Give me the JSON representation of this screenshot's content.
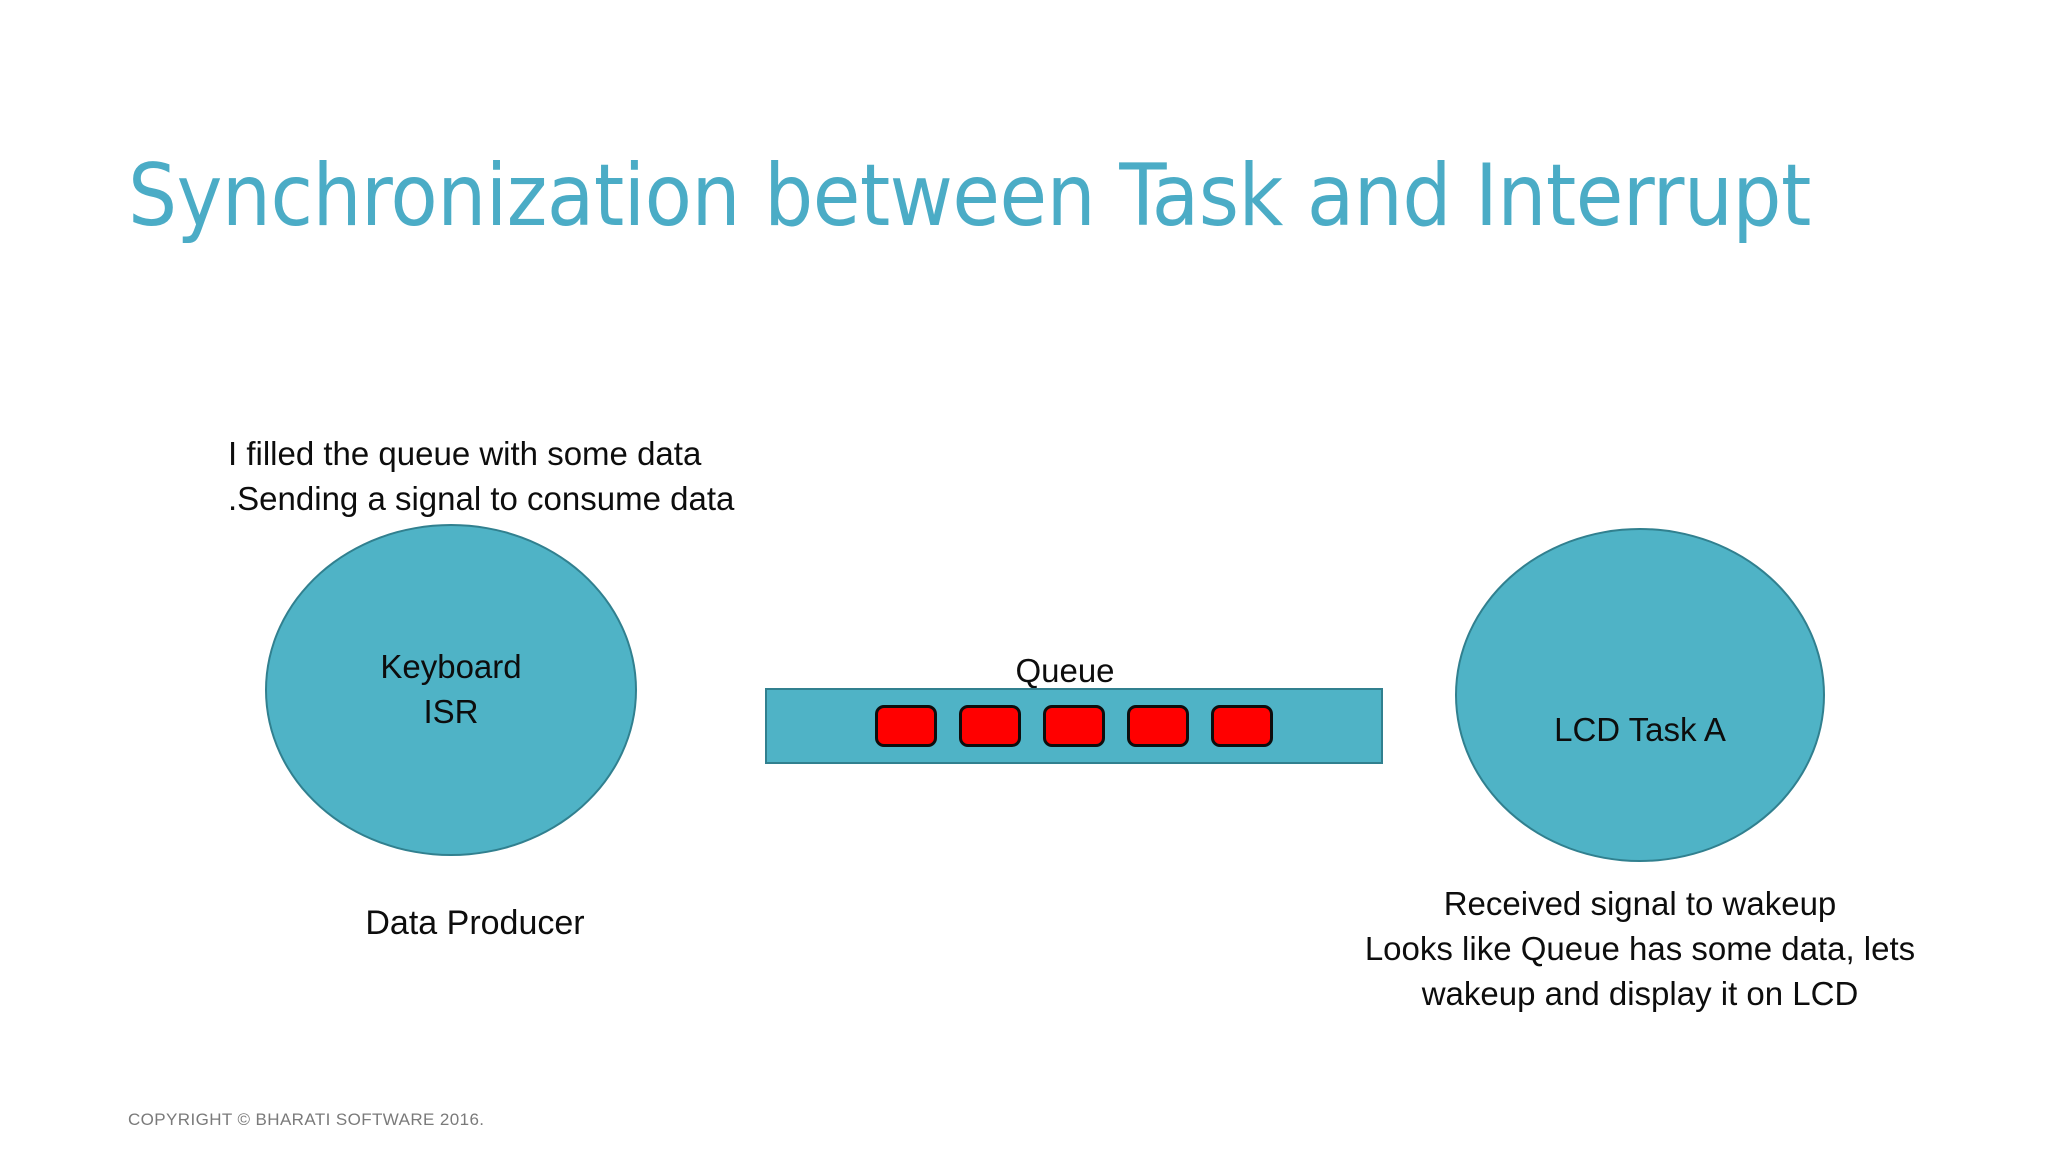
{
  "slide": {
    "title": "Synchronization between Task and Interrupt",
    "title_color": "#4BACC6",
    "background_color": "#ffffff"
  },
  "producer": {
    "note": "I  filled the queue with some data\n.Sending  a signal to consume data",
    "node_label": "Keyboard\nISR",
    "caption": "Data Producer",
    "fill_color": "#4FB3C6",
    "border_color": "#31808F"
  },
  "queue": {
    "label": "Queue",
    "fill_color": "#4FB3C6",
    "border_color": "#31808F",
    "slot_color": "#FF0000",
    "slot_count": 5,
    "slots": [
      {
        "index": 1,
        "state": "filled"
      },
      {
        "index": 2,
        "state": "filled"
      },
      {
        "index": 3,
        "state": "filled"
      },
      {
        "index": 4,
        "state": "filled"
      },
      {
        "index": 5,
        "state": "filled"
      }
    ]
  },
  "consumer": {
    "node_label": "LCD Task A",
    "note": "Received signal to wakeup\nLooks like Queue has some data, lets\nwakeup and display it on LCD",
    "fill_color": "#4FB3C6",
    "border_color": "#31808F"
  },
  "footer": {
    "copyright": "COPYRIGHT © BHARATI SOFTWARE 2016."
  }
}
